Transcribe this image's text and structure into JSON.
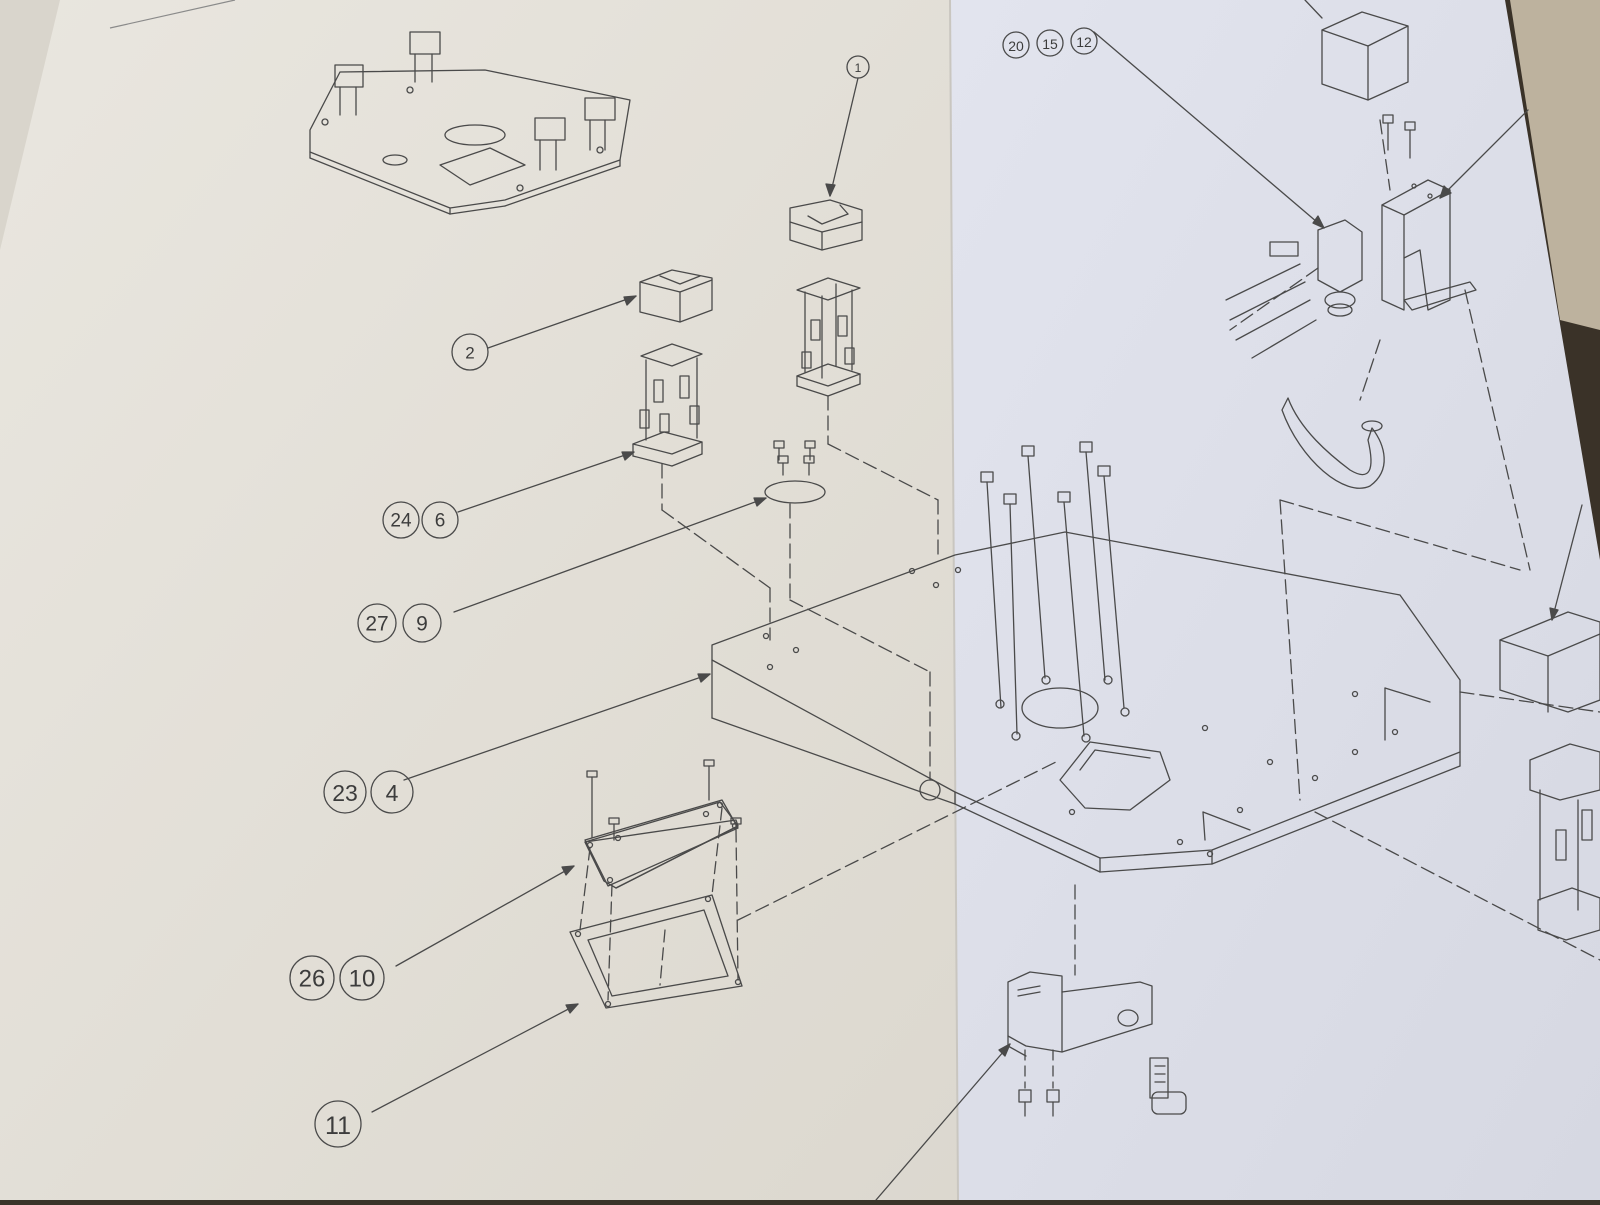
{
  "colors": {
    "paper_left": "#e4e0d8",
    "paper_right": "#dfe1ea",
    "ink": "#4a4a4a",
    "desk": "#3a3228"
  },
  "callouts": {
    "c1": "1",
    "c2": "2",
    "c24": "24",
    "c6": "6",
    "c27": "27",
    "c9": "9",
    "c23": "23",
    "c4": "4",
    "c26": "26",
    "c10": "10",
    "c11": "11",
    "c20": "20",
    "c15": "15",
    "c12": "12"
  }
}
